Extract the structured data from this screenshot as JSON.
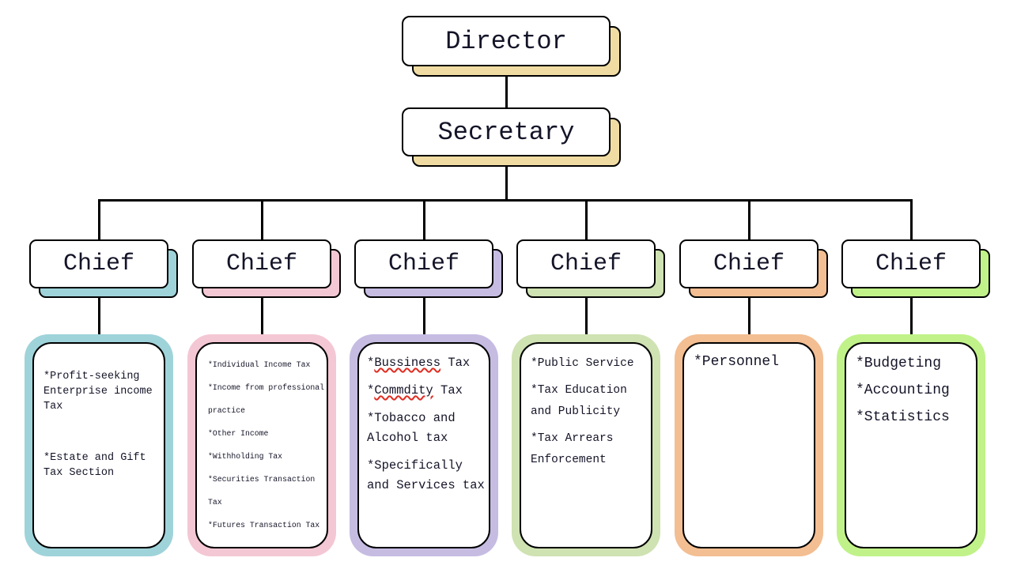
{
  "palette": {
    "background": "#ffffff",
    "line": "#000000",
    "box_border": "#000000",
    "text": "#141428",
    "spellcheck_underline": "#e02b20"
  },
  "org_chart": {
    "director": {
      "label": "Director",
      "shadow_color": "#f0dca3"
    },
    "secretary": {
      "label": "Secretary",
      "shadow_color": "#f0dca3"
    },
    "branches": [
      {
        "chief_label": "Chief",
        "accent_color": "#9fd3da",
        "items": [
          "*Profit-seeking Enterprise income Tax",
          "*Estate and Gift Tax Section"
        ],
        "misspelled": []
      },
      {
        "chief_label": "Chief",
        "accent_color": "#f4c7d4",
        "items": [
          "*Individual Income Tax",
          "*Income from professional practice",
          "*Other Income",
          "*Withholding Tax",
          "*Securities Transaction Tax",
          "*Futures Transaction Tax"
        ],
        "misspelled": []
      },
      {
        "chief_label": "Chief",
        "accent_color": "#c6bce2",
        "items": [
          "*Bussiness Tax",
          "*Commdity Tax",
          "*Tobacco and Alcohol tax",
          "*Specifically and Services tax"
        ],
        "misspelled": [
          "Bussiness",
          "Commdity"
        ]
      },
      {
        "chief_label": "Chief",
        "accent_color": "#cfe2b2",
        "items": [
          "*Public Service",
          "*Tax Education and Publicity",
          "*Tax Arrears Enforcement"
        ],
        "misspelled": []
      },
      {
        "chief_label": "Chief",
        "accent_color": "#f3be92",
        "items": [
          "*Personnel"
        ],
        "misspelled": []
      },
      {
        "chief_label": "Chief",
        "accent_color": "#c0f289",
        "items": [
          "*Budgeting",
          "*Accounting",
          "*Statistics"
        ],
        "misspelled": []
      }
    ]
  }
}
